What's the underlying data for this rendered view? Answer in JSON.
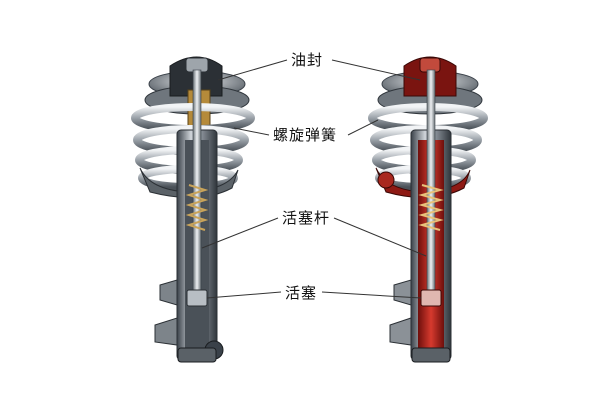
{
  "labels": {
    "oil_seal": "油封",
    "coil_spring": "螺旋弹簧",
    "piston_rod": "活塞杆",
    "piston": "活塞"
  },
  "colors": {
    "metal_dark": "#3a4149",
    "metal_mid": "#8c939b",
    "metal_light": "#d9dde1",
    "fluid_red": "#b3201c",
    "brass": "#b58a3a",
    "leader_line": "#333333"
  }
}
